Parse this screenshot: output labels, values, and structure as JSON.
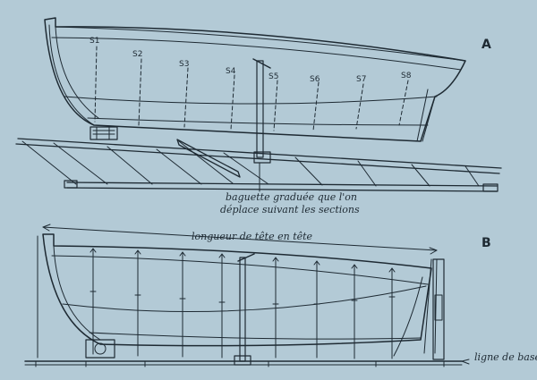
{
  "figure": {
    "panel_a_label": "A",
    "panel_b_label": "B",
    "sections": [
      "S1",
      "S2",
      "S3",
      "S4",
      "S5",
      "S6",
      "S7",
      "S8"
    ],
    "annotation_a_line1": "baguette graduée que l'on",
    "annotation_a_line2": "déplace suivant les sections",
    "annotation_b_length": "longueur de tête en tête",
    "annotation_b_base": "ligne de base",
    "colors": {
      "background": "#b3cad6",
      "ink": "#1e2a33"
    }
  }
}
